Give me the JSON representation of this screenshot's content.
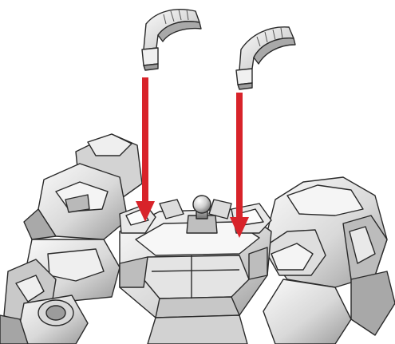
{
  "figure": {
    "parts": [
      {
        "name": "left-armor-fin",
        "count": 1
      },
      {
        "name": "right-armor-fin",
        "count": 1
      }
    ],
    "arrows": [
      {
        "name": "left-insert-arrow",
        "direction": "down"
      },
      {
        "name": "right-insert-arrow",
        "direction": "down"
      }
    ],
    "colors": {
      "arrow": "#d8232a",
      "outline": "#2a2a2a",
      "shade_light": "#f2f2f2",
      "shade_mid": "#cfcfcf",
      "shade_dark": "#8a8a8a",
      "background": "#ffffff"
    }
  }
}
